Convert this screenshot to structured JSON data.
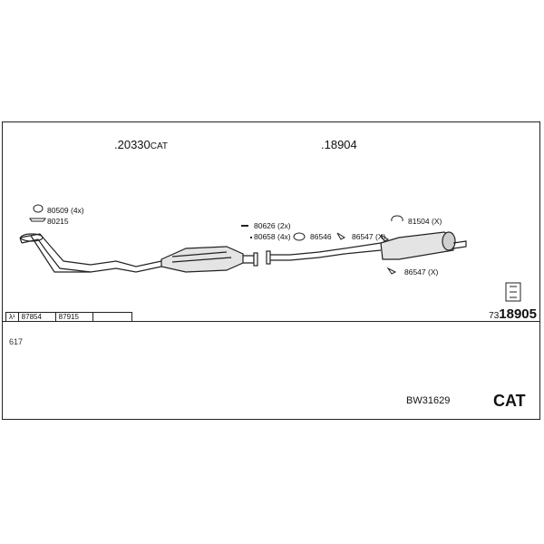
{
  "parts": {
    "cat_main": {
      "number": ".20330",
      "suffix": "CAT"
    },
    "muffler_main": {
      "number": ".18904"
    }
  },
  "labels": {
    "l80509": "80509 (4x)",
    "l80215": "80215",
    "l80626": "80626 (2x)",
    "l80658": "80658 (4x)",
    "l86546": "86546",
    "l86547a": "86547 (X)",
    "l81504": "81504 (X)",
    "l86547b": "86547 (X)"
  },
  "ref_table": {
    "symbol": "λ¹",
    "cells": [
      "87854",
      "87915",
      ""
    ]
  },
  "reference": {
    "prefix": "73",
    "number": "18905"
  },
  "footer": {
    "note": "617",
    "code": "BW31629",
    "type": "CAT"
  },
  "colors": {
    "line": "#222222",
    "fill": "#dddddd"
  }
}
